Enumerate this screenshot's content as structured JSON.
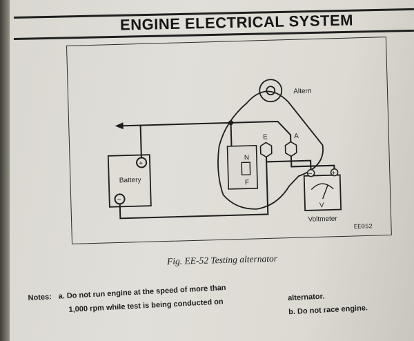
{
  "header": {
    "title": "ENGINE ELECTRICAL SYSTEM"
  },
  "figure": {
    "labels": {
      "alternator": "Altern",
      "battery": "Battery",
      "voltmeter": "Voltmeter",
      "terminal_e": "E",
      "terminal_a": "A",
      "regulator_n": "N",
      "regulator_f": "F",
      "meter_v": "V",
      "plus": "+",
      "minus": "−",
      "code": "EE052"
    },
    "caption": "Fig. EE-52  Testing alternator"
  },
  "notes": {
    "heading": "Notes:",
    "item_a_line1": "a. Do not run engine at the speed of more than",
    "item_a_line2": "1,000 rpm while test is being conducted on",
    "item_a_line3": "alternator.",
    "item_b": "b. Do not race engine."
  }
}
